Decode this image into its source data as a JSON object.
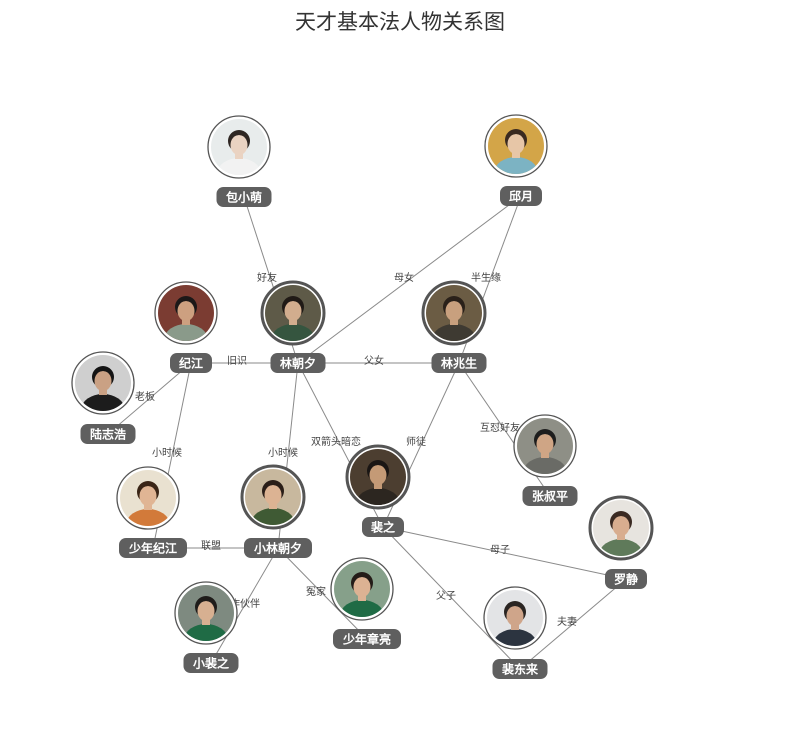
{
  "title": "天才基本法人物关系图",
  "nodes": [
    {
      "id": "bao",
      "name": "包小萌",
      "big": false,
      "bg": "#e8ecec",
      "skin": "#ead3c2",
      "hair": "#2e2622",
      "shirt": "#f2f2f2"
    },
    {
      "id": "qiu",
      "name": "邱月",
      "big": false,
      "bg": "#d3a548",
      "skin": "#e7c6a7",
      "hair": "#3a2a20",
      "shirt": "#7cb3c3"
    },
    {
      "id": "jijiang",
      "name": "纪江",
      "big": false,
      "bg": "#7b3c32",
      "skin": "#cda080",
      "hair": "#1c1818",
      "shirt": "#8a9a8a"
    },
    {
      "id": "linzx",
      "name": "林朝夕",
      "big": true,
      "bg": "#5e5a48",
      "skin": "#d2ad8e",
      "hair": "#201a16",
      "shirt": "#35553f"
    },
    {
      "id": "linzs",
      "name": "林兆生",
      "big": true,
      "bg": "#6b5c44",
      "skin": "#c8a07e",
      "hair": "#2a211a",
      "shirt": "#3e3a32"
    },
    {
      "id": "luzh",
      "name": "陆志浩",
      "big": false,
      "bg": "#cfcfcf",
      "skin": "#caa184",
      "hair": "#141414",
      "shirt": "#1c1c1c"
    },
    {
      "id": "shaoji",
      "name": "少年纪江",
      "big": false,
      "bg": "#e9e1d0",
      "skin": "#e0b594",
      "hair": "#3a2516",
      "shirt": "#d27a3a"
    },
    {
      "id": "xiaolin",
      "name": "小林朝夕",
      "big": true,
      "bg": "#c8b89e",
      "skin": "#dcb393",
      "hair": "#2a1e18",
      "shirt": "#3f5a34"
    },
    {
      "id": "peizhi",
      "name": "裴之",
      "big": true,
      "bg": "#4c3e30",
      "skin": "#c49a76",
      "hair": "#1a1614",
      "shirt": "#2c2620"
    },
    {
      "id": "zhangsp",
      "name": "张叔平",
      "big": false,
      "bg": "#8e8f86",
      "skin": "#cfa585",
      "hair": "#1d1d1d",
      "shirt": "#6a6b66"
    },
    {
      "id": "luojing",
      "name": "罗静",
      "big": true,
      "bg": "#e7e4df",
      "skin": "#d8ad8f",
      "hair": "#3b2a22",
      "shirt": "#5f7a5a"
    },
    {
      "id": "xiaopei",
      "name": "小裴之",
      "big": false,
      "bg": "#7e8a80",
      "skin": "#d7b091",
      "hair": "#1f1c1a",
      "shirt": "#1f6b45"
    },
    {
      "id": "shaozhang",
      "name": "少年章亮",
      "big": false,
      "bg": "#86a08a",
      "skin": "#dcb293",
      "hair": "#241c18",
      "shirt": "#1f6b45"
    },
    {
      "id": "peidl",
      "name": "裴东来",
      "big": false,
      "bg": "#e3e4e6",
      "skin": "#cfa58a",
      "hair": "#2a2522",
      "shirt": "#2c3440"
    }
  ],
  "edges": [
    {
      "from": "bao",
      "to": "linzx",
      "label": "好友"
    },
    {
      "from": "qiu",
      "to": "linzx",
      "label": "母女"
    },
    {
      "from": "qiu",
      "to": "linzs",
      "label": "半生缘"
    },
    {
      "from": "jijiang",
      "to": "linzx",
      "label": "旧识"
    },
    {
      "from": "linzx",
      "to": "linzs",
      "label": "父女"
    },
    {
      "from": "jijiang",
      "to": "luzh",
      "label": "老板"
    },
    {
      "from": "jijiang",
      "to": "shaoji",
      "label": "小时候"
    },
    {
      "from": "linzx",
      "to": "xiaolin",
      "label": "小时候"
    },
    {
      "from": "linzx",
      "to": "peizhi",
      "label": "双箭头暗恋"
    },
    {
      "from": "linzs",
      "to": "peizhi",
      "label": "师徒"
    },
    {
      "from": "linzs",
      "to": "zhangsp",
      "label": "互怼好友"
    },
    {
      "from": "shaoji",
      "to": "xiaolin",
      "label": "联盟"
    },
    {
      "from": "xiaolin",
      "to": "xiaopei",
      "label": "合作伙伴"
    },
    {
      "from": "xiaolin",
      "to": "shaozhang",
      "label": "冤家"
    },
    {
      "from": "peizhi",
      "to": "luojing",
      "label": "母子"
    },
    {
      "from": "peizhi",
      "to": "peidl",
      "label": "父子"
    },
    {
      "from": "luojing",
      "to": "peidl",
      "label": "夫妻"
    }
  ]
}
